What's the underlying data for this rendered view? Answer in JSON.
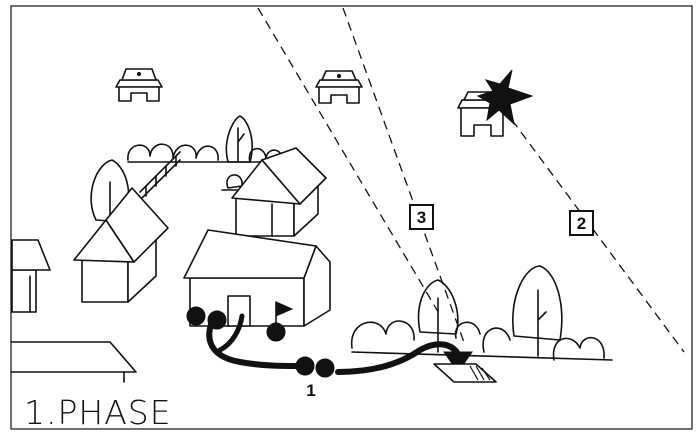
{
  "diagram": {
    "phase_caption": "1.PHASE",
    "route_marker": "1",
    "firing_lines": [
      {
        "number": "2",
        "outcome": "target-destroyed"
      },
      {
        "number": "3",
        "outcome": "target-intact"
      }
    ],
    "bunkers": [
      {
        "id": "left",
        "status": "intact"
      },
      {
        "id": "center",
        "status": "intact"
      },
      {
        "id": "right",
        "status": "hit"
      }
    ],
    "unit_markers": [
      {
        "group": "start",
        "count": 3,
        "flag": true
      },
      {
        "group": "route",
        "count": 2
      }
    ]
  }
}
